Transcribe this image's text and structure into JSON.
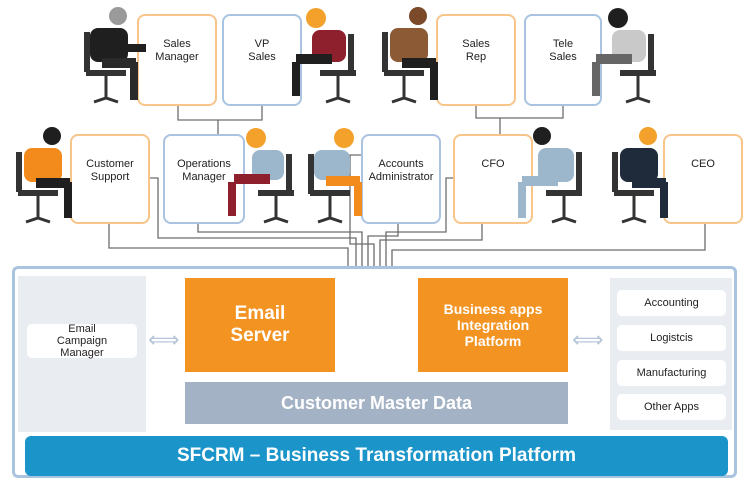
{
  "roles_top": {
    "sales_manager": "Sales\nManager",
    "vp_sales": "VP\nSales",
    "sales_rep": "Sales\nRep",
    "tele_sales": "Tele\nSales"
  },
  "roles_middle": {
    "customer_support": "Customer\nSupport",
    "operations_manager": "Operations\nManager",
    "accounts_administrator": "Accounts\nAdministrator",
    "cfo": "CFO",
    "ceo": "CEO"
  },
  "platform": {
    "email_campaign_manager": "Email\nCampaign\nManager",
    "email_server": "Email\nServer",
    "business_apps": "Business apps\nIntegration\nPlatform",
    "customer_master_data": "Customer Master Data",
    "footer_title": "SFCRM – Business Transformation Platform",
    "apps": [
      "Accounting",
      "Logistcis",
      "Manufacturing",
      "Other Apps"
    ]
  },
  "colors": {
    "orange": "#f39322",
    "blue_bar": "#1b94c9",
    "grey_bar": "#a3b2c4",
    "card_orange_border": "#f7c58a",
    "card_blue_border": "#a9c3e0"
  }
}
